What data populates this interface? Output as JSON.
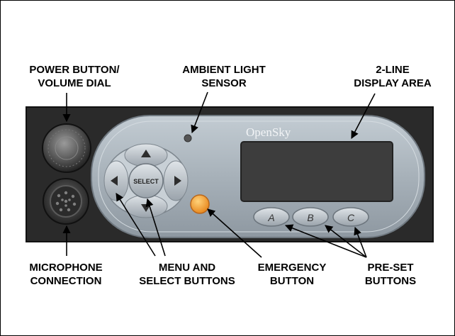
{
  "labels": {
    "power_button_volume_dial": [
      "POWER BUTTON/",
      "VOLUME DIAL"
    ],
    "ambient_light_sensor": [
      "AMBIENT LIGHT",
      "SENSOR"
    ],
    "display_area": [
      "2-LINE",
      "DISPLAY AREA"
    ],
    "microphone_connection": [
      "MICROPHONE",
      "CONNECTION"
    ],
    "menu_select_buttons": [
      "MENU AND",
      "SELECT BUTTONS"
    ],
    "emergency_button": [
      "EMERGENCY",
      "BUTTON"
    ],
    "preset_buttons": [
      "PRE-SET",
      "BUTTONS"
    ]
  },
  "device": {
    "brand": "OpenSky",
    "select_label": "SELECT",
    "preset_keys": [
      "A",
      "B",
      "C"
    ]
  },
  "colors": {
    "housing": "#2a2a2a",
    "faceplate": "#a9b3bb",
    "display": "#3d3d3d",
    "emergency": "#f2a33a"
  }
}
